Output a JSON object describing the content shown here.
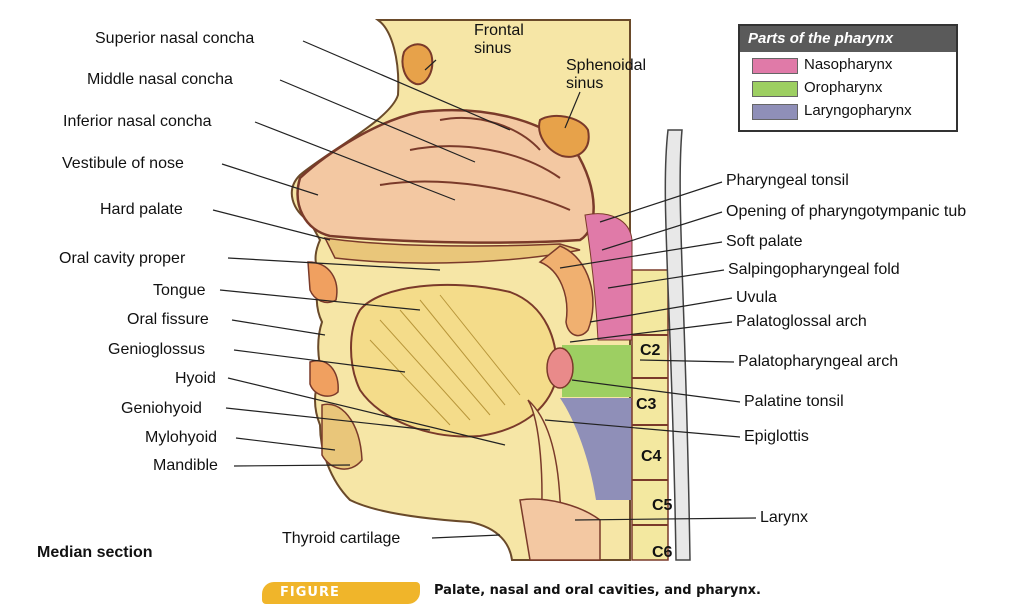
{
  "legend": {
    "title": "Parts of the pharynx",
    "items": [
      {
        "label": "Nasopharynx",
        "color": "#e07aa8"
      },
      {
        "label": "Oropharynx",
        "color": "#9dcf62"
      },
      {
        "label": "Laryngopharynx",
        "color": "#8f8fb8"
      }
    ]
  },
  "labels": {
    "superior_nasal_concha": "Superior nasal concha",
    "middle_nasal_concha": "Middle nasal concha",
    "inferior_nasal_concha": "Inferior nasal concha",
    "vestibule_of_nose": "Vestibule of nose",
    "hard_palate": "Hard palate",
    "oral_cavity_proper": "Oral cavity proper",
    "tongue": "Tongue",
    "oral_fissure": "Oral fissure",
    "genioglossus": "Genioglossus",
    "hyoid": "Hyoid",
    "geniohyoid": "Geniohyoid",
    "mylohyoid": "Mylohyoid",
    "mandible": "Mandible",
    "thyroid_cartilage": "Thyroid cartilage",
    "frontal_sinus": "Frontal\nsinus",
    "sphenoidal_sinus": "Sphenoidal\nsinus",
    "pharyngeal_tonsil": "Pharyngeal tonsil",
    "opening_pharyngotympanic": "Opening of pharyngotympanic tub",
    "soft_palate": "Soft palate",
    "salpingopharyngeal_fold": "Salpingopharyngeal fold",
    "uvula": "Uvula",
    "palatoglossal_arch": "Palatoglossal arch",
    "palatopharyngeal_arch": "Palatopharyngeal arch",
    "palatine_tonsil": "Palatine tonsil",
    "epiglottis": "Epiglottis",
    "larynx": "Larynx"
  },
  "vertebrae": [
    "C2",
    "C3",
    "C4",
    "C5",
    "C6"
  ],
  "median_section": "Median section",
  "caption": {
    "badge": "FIGURE",
    "text": "Palate, nasal and oral cavities, and pharynx."
  }
}
